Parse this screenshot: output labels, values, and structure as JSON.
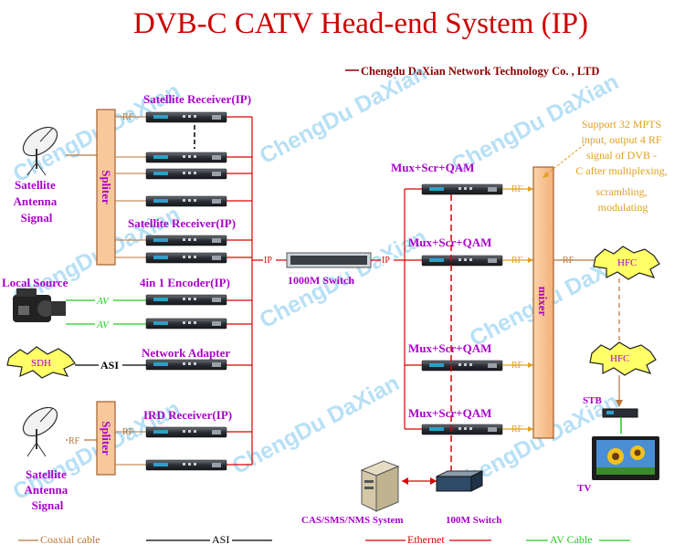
{
  "title": "DVB-C CATV Head-end System (IP)",
  "company": "Chengdu DaXian Network Technology Co. , LTD",
  "watermark": "ChengDu DaXian",
  "labels": {
    "sat_receiver_1": "Satellite Receiver(IP)",
    "sat_receiver_2": "Satellite Receiver(IP)",
    "encoder": "4in 1 Encoder(IP)",
    "network_adapter": "Network Adapter",
    "ird_receiver": "IRD Receiver(IP)",
    "sat_signal_1": [
      "Satellite",
      "Antenna",
      "Signal"
    ],
    "sat_signal_2": [
      "Satellite",
      "Antenna",
      "Signal"
    ],
    "local_source": "Local Source",
    "sdh": "SDH",
    "spliter": "Spliter",
    "switch_1000m": "1000M Switch",
    "switch_100m": "100M Switch",
    "mux": "Mux+Scr+QAM",
    "mixer": "mixer",
    "hfc": "HFC",
    "stb": "STB",
    "tv": "TV",
    "cas": "CAS/SMS/NMS System",
    "note": [
      "Support 32 MPTS",
      "input, output 4 RF",
      "signal of  DVB -",
      "C after multiplexing,",
      "scrambling,",
      "modulating"
    ],
    "rf": "RF",
    "av": "AV",
    "asi": "ASI",
    "ip": "IP"
  },
  "legend": {
    "coaxial": "Coaxial cable",
    "asi": "ASI",
    "ethernet": "Ethernet",
    "av": "AV Cable"
  },
  "colors": {
    "title": "#cc0000",
    "company": "#8b0000",
    "ethernet": "#dd0000",
    "coaxial": "#b8763a",
    "asi": "#000000",
    "av": "#22cc22",
    "label": "#aa00cc",
    "note": "#e0a020",
    "spliter_fill": "#f9c89a",
    "hfc": "#ffff66"
  }
}
